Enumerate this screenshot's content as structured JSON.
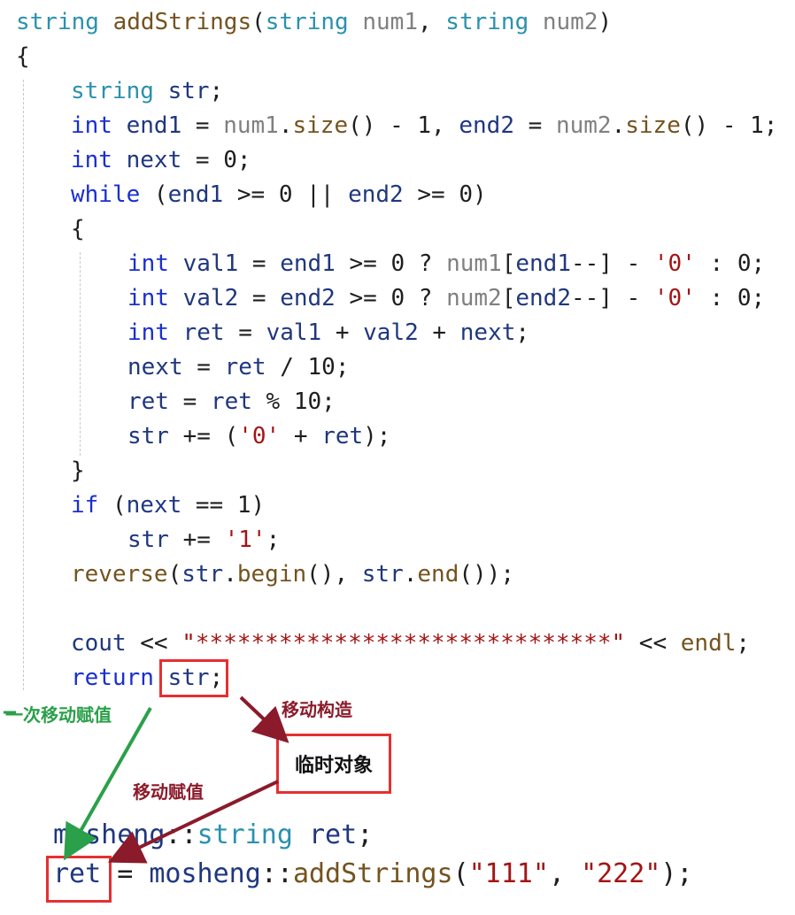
{
  "code_lines": [
    {
      "tokens": [
        {
          "t": "string ",
          "c": "ty"
        },
        {
          "t": "addStrings",
          "c": "fn"
        },
        {
          "t": "(",
          "c": "pu"
        },
        {
          "t": "string ",
          "c": "ty"
        },
        {
          "t": "num1",
          "c": "gr"
        },
        {
          "t": ", ",
          "c": "pu"
        },
        {
          "t": "string ",
          "c": "ty"
        },
        {
          "t": "num2",
          "c": "gr"
        },
        {
          "t": ")",
          "c": "pu"
        }
      ]
    },
    {
      "tokens": [
        {
          "t": "{",
          "c": "pu"
        }
      ]
    },
    {
      "indent": 1,
      "tokens": [
        {
          "t": "string ",
          "c": "ty"
        },
        {
          "t": "str",
          "c": "id"
        },
        {
          "t": ";",
          "c": "pu"
        }
      ]
    },
    {
      "indent": 1,
      "tokens": [
        {
          "t": "int ",
          "c": "kw"
        },
        {
          "t": "end1",
          "c": "id"
        },
        {
          "t": " = ",
          "c": "pu"
        },
        {
          "t": "num1",
          "c": "gr"
        },
        {
          "t": ".",
          "c": "pu"
        },
        {
          "t": "size",
          "c": "fn"
        },
        {
          "t": "() - 1, ",
          "c": "pu"
        },
        {
          "t": "end2",
          "c": "id"
        },
        {
          "t": " = ",
          "c": "pu"
        },
        {
          "t": "num2",
          "c": "gr"
        },
        {
          "t": ".",
          "c": "pu"
        },
        {
          "t": "size",
          "c": "fn"
        },
        {
          "t": "() - 1;",
          "c": "pu"
        }
      ]
    },
    {
      "indent": 1,
      "tokens": [
        {
          "t": "int ",
          "c": "kw"
        },
        {
          "t": "next",
          "c": "id"
        },
        {
          "t": " = 0;",
          "c": "pu"
        }
      ]
    },
    {
      "indent": 1,
      "tokens": [
        {
          "t": "while ",
          "c": "kw"
        },
        {
          "t": "(",
          "c": "pu"
        },
        {
          "t": "end1",
          "c": "id"
        },
        {
          "t": " >= 0 || ",
          "c": "pu"
        },
        {
          "t": "end2",
          "c": "id"
        },
        {
          "t": " >= 0)",
          "c": "pu"
        }
      ]
    },
    {
      "indent": 1,
      "tokens": [
        {
          "t": "{",
          "c": "pu"
        }
      ]
    },
    {
      "indent": 2,
      "tokens": [
        {
          "t": "int ",
          "c": "kw"
        },
        {
          "t": "val1",
          "c": "id"
        },
        {
          "t": " = ",
          "c": "pu"
        },
        {
          "t": "end1",
          "c": "id"
        },
        {
          "t": " >= 0 ? ",
          "c": "pu"
        },
        {
          "t": "num1",
          "c": "gr"
        },
        {
          "t": "[",
          "c": "pu"
        },
        {
          "t": "end1",
          "c": "id"
        },
        {
          "t": "--] - ",
          "c": "pu"
        },
        {
          "t": "'0'",
          "c": "st"
        },
        {
          "t": " : 0;",
          "c": "pu"
        }
      ]
    },
    {
      "indent": 2,
      "tokens": [
        {
          "t": "int ",
          "c": "kw"
        },
        {
          "t": "val2",
          "c": "id"
        },
        {
          "t": " = ",
          "c": "pu"
        },
        {
          "t": "end2",
          "c": "id"
        },
        {
          "t": " >= 0 ? ",
          "c": "pu"
        },
        {
          "t": "num2",
          "c": "gr"
        },
        {
          "t": "[",
          "c": "pu"
        },
        {
          "t": "end2",
          "c": "id"
        },
        {
          "t": "--] - ",
          "c": "pu"
        },
        {
          "t": "'0'",
          "c": "st"
        },
        {
          "t": " : 0;",
          "c": "pu"
        }
      ]
    },
    {
      "indent": 2,
      "tokens": [
        {
          "t": "int ",
          "c": "kw"
        },
        {
          "t": "ret",
          "c": "id"
        },
        {
          "t": " = ",
          "c": "pu"
        },
        {
          "t": "val1",
          "c": "id"
        },
        {
          "t": " + ",
          "c": "pu"
        },
        {
          "t": "val2",
          "c": "id"
        },
        {
          "t": " + ",
          "c": "pu"
        },
        {
          "t": "next",
          "c": "id"
        },
        {
          "t": ";",
          "c": "pu"
        }
      ]
    },
    {
      "indent": 2,
      "tokens": [
        {
          "t": "next",
          "c": "id"
        },
        {
          "t": " = ",
          "c": "pu"
        },
        {
          "t": "ret",
          "c": "id"
        },
        {
          "t": " / 10;",
          "c": "pu"
        }
      ]
    },
    {
      "indent": 2,
      "tokens": [
        {
          "t": "ret",
          "c": "id"
        },
        {
          "t": " = ",
          "c": "pu"
        },
        {
          "t": "ret",
          "c": "id"
        },
        {
          "t": " % 10;",
          "c": "pu"
        }
      ]
    },
    {
      "indent": 2,
      "tokens": [
        {
          "t": "str",
          "c": "id"
        },
        {
          "t": " += (",
          "c": "pu"
        },
        {
          "t": "'0'",
          "c": "st"
        },
        {
          "t": " + ",
          "c": "pu"
        },
        {
          "t": "ret",
          "c": "id"
        },
        {
          "t": ");",
          "c": "pu"
        }
      ]
    },
    {
      "indent": 1,
      "tokens": [
        {
          "t": "}",
          "c": "pu"
        }
      ]
    },
    {
      "indent": 1,
      "tokens": [
        {
          "t": "if ",
          "c": "kw"
        },
        {
          "t": "(",
          "c": "pu"
        },
        {
          "t": "next",
          "c": "id"
        },
        {
          "t": " == 1)",
          "c": "pu"
        }
      ]
    },
    {
      "indent": 2,
      "tokens": [
        {
          "t": "str",
          "c": "id"
        },
        {
          "t": " += ",
          "c": "pu"
        },
        {
          "t": "'1'",
          "c": "st"
        },
        {
          "t": ";",
          "c": "pu"
        }
      ]
    },
    {
      "indent": 1,
      "tokens": [
        {
          "t": "reverse",
          "c": "fn"
        },
        {
          "t": "(",
          "c": "pu"
        },
        {
          "t": "str",
          "c": "id"
        },
        {
          "t": ".",
          "c": "pu"
        },
        {
          "t": "begin",
          "c": "fn"
        },
        {
          "t": "(), ",
          "c": "pu"
        },
        {
          "t": "str",
          "c": "id"
        },
        {
          "t": ".",
          "c": "pu"
        },
        {
          "t": "end",
          "c": "fn"
        },
        {
          "t": "());",
          "c": "pu"
        }
      ]
    },
    {
      "indent": 1,
      "tokens": []
    },
    {
      "indent": 1,
      "tokens": [
        {
          "t": "cout",
          "c": "id"
        },
        {
          "t": " << ",
          "c": "pu"
        },
        {
          "t": "\"******************************\"",
          "c": "st"
        },
        {
          "t": " << ",
          "c": "pu"
        },
        {
          "t": "endl",
          "c": "fn"
        },
        {
          "t": ";",
          "c": "pu"
        }
      ]
    },
    {
      "indent": 1,
      "tokens": [
        {
          "t": "return ",
          "c": "kw"
        },
        {
          "t": "str",
          "c": "id"
        },
        {
          "t": ";",
          "c": "pu"
        }
      ]
    }
  ],
  "annotations": {
    "first_move_assign": "一次移动赋值",
    "move_construct": "移动构造",
    "temp_object": "临时对象",
    "move_assign": "移动赋值"
  },
  "bottom_code": [
    {
      "tokens": [
        {
          "t": "mosheng",
          "c": "id"
        },
        {
          "t": "::",
          "c": "pu"
        },
        {
          "t": "string ",
          "c": "ty"
        },
        {
          "t": "ret",
          "c": "id"
        },
        {
          "t": ";",
          "c": "pu"
        }
      ]
    },
    {
      "tokens": [
        {
          "t": "ret",
          "c": "id"
        },
        {
          "t": " = ",
          "c": "pu"
        },
        {
          "t": "mosheng",
          "c": "id"
        },
        {
          "t": "::",
          "c": "pu"
        },
        {
          "t": "addStrings",
          "c": "fn"
        },
        {
          "t": "(",
          "c": "pu"
        },
        {
          "t": "\"111\"",
          "c": "st"
        },
        {
          "t": ", ",
          "c": "pu"
        },
        {
          "t": "\"222\"",
          "c": "st"
        },
        {
          "t": ");",
          "c": "pu"
        }
      ]
    }
  ],
  "colors": {
    "highlight_box": "#e53030",
    "green_arrow": "#2aa04a",
    "dark_red_arrow": "#8b1a2b"
  }
}
